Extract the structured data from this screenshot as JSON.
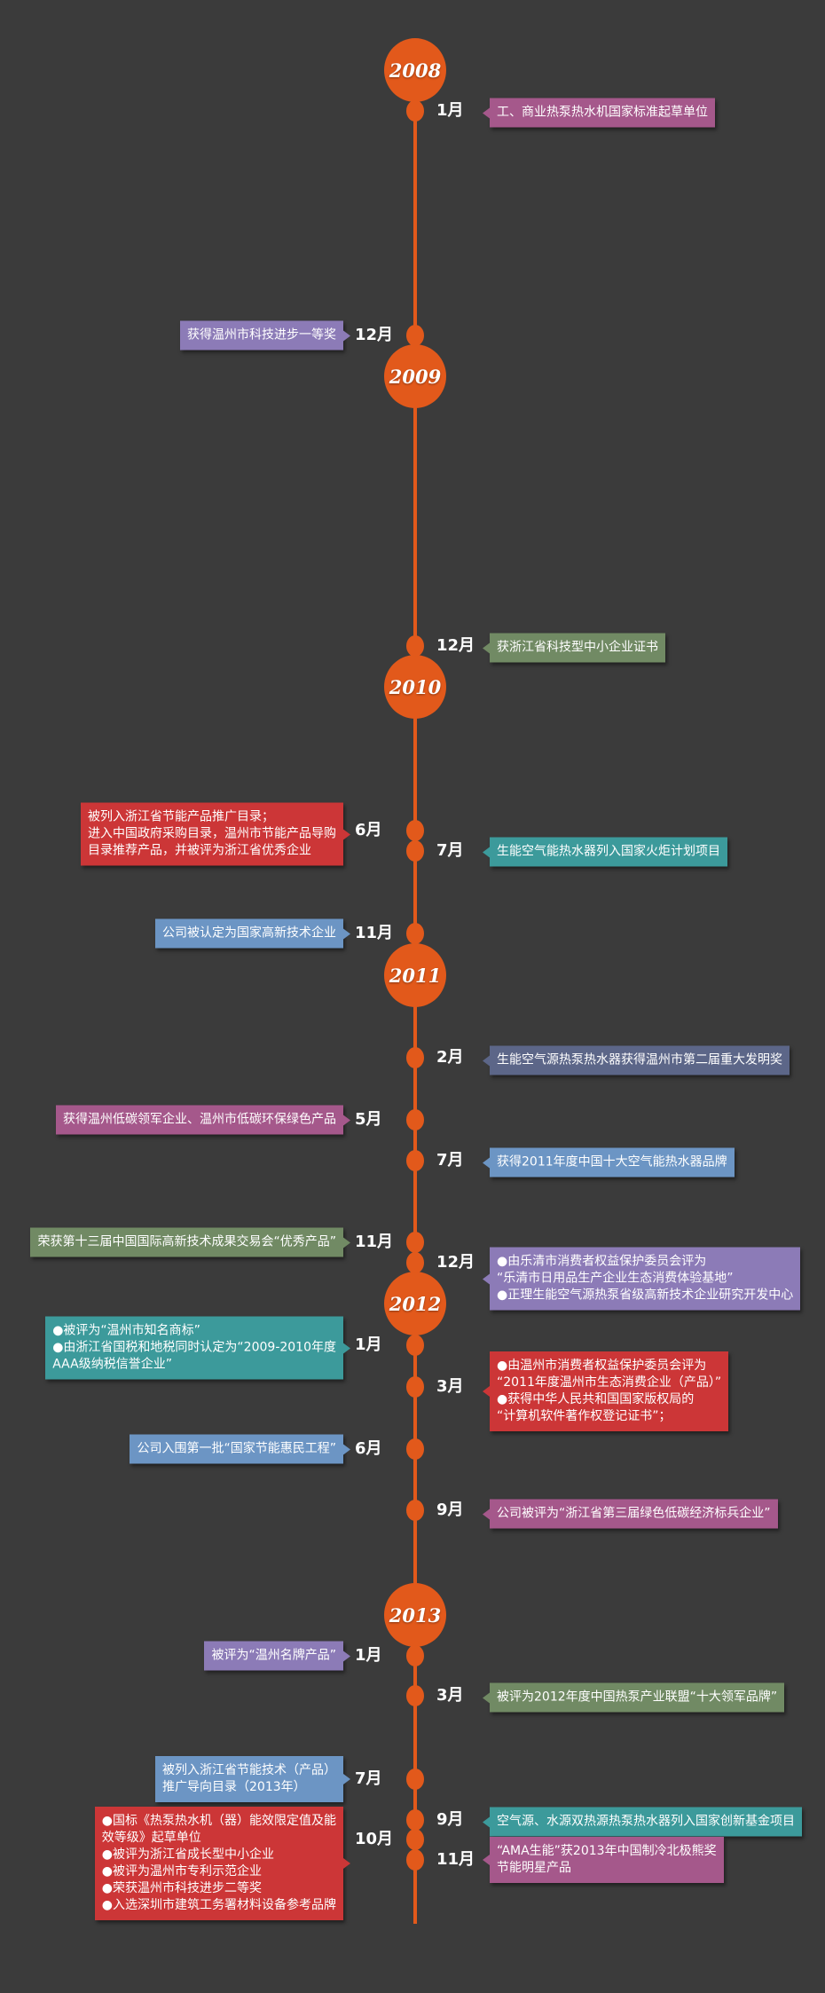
{
  "years": [
    "2008",
    "2009",
    "2010",
    "2011",
    "2012",
    "2013"
  ],
  "events": [
    {
      "month": "1月",
      "text": "工、商业热泵热水机国家标准起草单位",
      "color": "#a5588b"
    },
    {
      "month": "12月",
      "text": "获得温州市科技进步一等奖",
      "color": "#8c7bb7"
    },
    {
      "month": "12月",
      "text": "获浙江省科技型中小企业证书",
      "color": "#718a64"
    },
    {
      "month": "6月",
      "text": "被列入浙江省节能产品推广目录；\n进入中国政府采购目录，温州市节能产品导购\n目录推荐产品，并被评为浙江省优秀企业",
      "color": "#cc3637"
    },
    {
      "month": "7月",
      "text": "生能空气能热水器列入国家火炬计划项目",
      "color": "#3c9a9b"
    },
    {
      "month": "11月",
      "text": "公司被认定为国家高新技术企业",
      "color": "#6c95c4"
    },
    {
      "month": "2月",
      "text": "生能空气源热泵热水器获得温州市第二届重大发明奖",
      "color": "#5c6688"
    },
    {
      "month": "5月",
      "text": "获得温州低碳领军企业、温州市低碳环保绿色产品",
      "color": "#a5588b"
    },
    {
      "month": "7月",
      "text": "获得2011年度中国十大空气能热水器品牌",
      "color": "#6c95c4"
    },
    {
      "month": "11月",
      "text": "荣获第十三届中国国际高新技术成果交易会“优秀产品”",
      "color": "#718a64"
    },
    {
      "month": "12月",
      "text": "●由乐清市消费者权益保护委员会评为\n  “乐清市日用品生产企业生态消费体验基地”\n●正理生能空气源热泵省级高新技术企业研究开发中心",
      "color": "#8c7bb7"
    },
    {
      "month": "1月",
      "text": "●被评为“温州市知名商标”\n●由浙江省国税和地税同时认定为“2009-2010年度\n  AAA级纳税信誉企业”",
      "color": "#3c9a9b"
    },
    {
      "month": "3月",
      "text": "●由温州市消费者权益保护委员会评为\n  “2011年度温州市生态消费企业（产品）”\n●获得中华人民共和国国家版权局的\n  “计算机软件著作权登记证书”；",
      "color": "#cc3637"
    },
    {
      "month": "6月",
      "text": "公司入围第一批“国家节能惠民工程”",
      "color": "#6c95c4"
    },
    {
      "month": "9月",
      "text": "公司被评为“浙江省第三届绿色低碳经济标兵企业”",
      "color": "#a5588b"
    },
    {
      "month": "1月",
      "text": "被评为“温州名牌产品”",
      "color": "#8c7bb7"
    },
    {
      "month": "3月",
      "text": "被评为2012年度中国热泵产业联盟“十大领军品牌”",
      "color": "#718a64"
    },
    {
      "month": "7月",
      "text": "被列入浙江省节能技术（产品）\n推广导向目录（2013年）",
      "color": "#6c95c4"
    },
    {
      "month": "9月",
      "text": "空气源、水源双热源热泵热水器列入国家创新基金项目",
      "color": "#3c9a9b"
    },
    {
      "month": "10月",
      "text": "●国标《热泵热水机（器）能效限定值及能\n  效等级》起草单位\n●被评为浙江省成长型中小企业\n●被评为温州市专利示范企业\n●荣获温州市科技进步二等奖\n●入选深圳市建筑工务署材料设备参考品牌",
      "color": "#cc3637"
    },
    {
      "month": "11月",
      "text": "“AMA生能”获2013年中国制冷北极熊奖\n节能明星产品",
      "color": "#a5588b"
    }
  ]
}
